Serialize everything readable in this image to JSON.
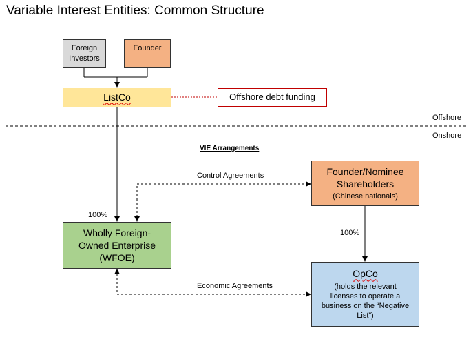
{
  "title": "Variable Interest Entities: Common Structure",
  "boxes": {
    "foreign_investors": {
      "line1": "Foreign",
      "line2": "Investors"
    },
    "founder": "Founder",
    "listco": "ListCo",
    "offshore_debt": "Offshore debt funding",
    "nominee": {
      "line1": "Founder/Nominee",
      "line2": "Shareholders",
      "line3": "(Chinese nationals)"
    },
    "wfoe": {
      "line1": "Wholly Foreign-",
      "line2": "Owned Enterprise",
      "line3": "(WFOE)"
    },
    "opco": {
      "name": "OpCo",
      "line1": "(holds the relevant",
      "line2": "licenses to operate a",
      "line3": "business on the “Negative",
      "line4": "List”)"
    }
  },
  "labels": {
    "offshore": "Offshore",
    "onshore": "Onshore",
    "vie": "VIE Arrangements",
    "control": "Control Agreements",
    "economic": "Economic Agreements",
    "pct_wfoe": "100%",
    "pct_opco": "100%"
  },
  "colors": {
    "foreign_investors": "#d9d9d9",
    "founder": "#f4b183",
    "listco": "#ffe699",
    "offshore_debt_border": "#c00000",
    "nominee": "#f4b183",
    "wfoe": "#a9d18e",
    "opco": "#bdd7ee"
  }
}
